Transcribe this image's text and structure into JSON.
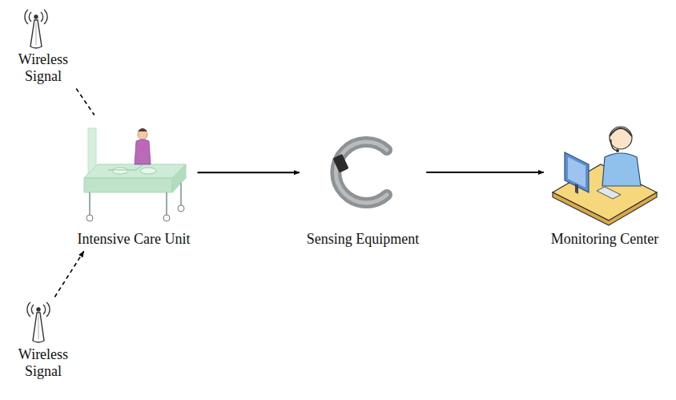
{
  "diagram": {
    "nodes": [
      {
        "text": [
          "Wireless Signal"
        ]
      },
      {
        "text": [
          "Intensive Care Unit"
        ]
      },
      {
        "text": [
          "Sensing Equipment"
        ]
      },
      {
        "text": [
          "Monitoring Center"
        ]
      },
      {
        "text": [
          "Wireless Signal"
        ]
      }
    ],
    "edges": [
      {
        "from": 0,
        "to": 1,
        "arrow": "none"
      },
      {
        "from": 4,
        "to": 1,
        "arrow": "to"
      },
      {
        "from": 1,
        "to": 2,
        "arrow": "to"
      },
      {
        "from": 2,
        "to": 3,
        "arrow": "to"
      }
    ]
  }
}
